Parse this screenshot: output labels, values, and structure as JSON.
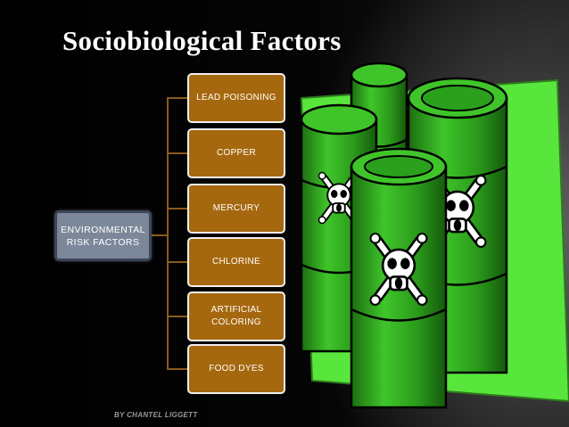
{
  "slide": {
    "title": "Sociobiological Factors",
    "credit": "BY CHANTEL LIGGETT"
  },
  "diagram": {
    "root": {
      "label": "ENVIRONMENTAL\nRISK  FACTORS",
      "color": "#7d879a"
    },
    "branches": [
      {
        "label": "LEAD POISONING"
      },
      {
        "label": "COPPER"
      },
      {
        "label": "MERCURY"
      },
      {
        "label": "CHLORINE"
      },
      {
        "label": "ARTIFICIAL\nCOLORING"
      },
      {
        "label": "FOOD DYES"
      }
    ],
    "branch_color": "#a5680e",
    "connector_color": "#8a5a1a"
  },
  "illustration": {
    "subject": "toxic-waste-barrels-icon",
    "barrel_color": "#2fa81f",
    "background_color": "#58e63c"
  }
}
